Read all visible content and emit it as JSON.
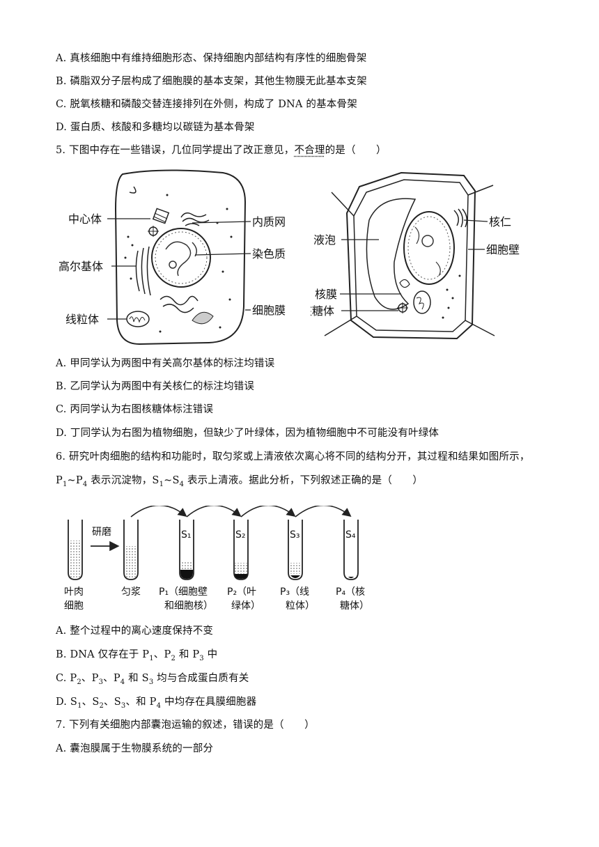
{
  "q4_options": [
    "A. 真核细胞中有维持细胞形态、保持细胞内部结构有序性的细胞骨架",
    "B. 磷脂双分子层构成了细胞膜的基本支架，其他生物膜无此基本支架",
    "C. 脱氧核糖和磷酸交替连接排列在外侧，构成了 DNA 的基本骨架",
    "D. 蛋白质、核酸和多糖均以碳链为基本骨架"
  ],
  "q5": {
    "stem_before": "5. 下图中存在一些错误，几位同学提出了改正意见，",
    "stem_emph": "不合理",
    "stem_after": "的是（　　）",
    "left_labels": {
      "centrosome": "中心体",
      "er": "内质网",
      "golgi": "高尔基体",
      "chromatin": "染色质",
      "mitochondria": "线粒体",
      "membrane": "细胞膜"
    },
    "right_labels": {
      "nucleolus": "核仁",
      "vacuole": "液泡",
      "wall": "细胞壁",
      "nuclear_membrane": "核膜",
      "ribosome": "核糖体"
    },
    "options": [
      "A. 甲同学认为两图中有关高尔基体的标注均错误",
      "B. 乙同学认为两图中有关核仁的标注均错误",
      "C. 丙同学认为右图核糖体标注错误",
      "D. 丁同学认为右图为植物细胞，但缺少了叶绿体，因为植物细胞中不可能没有叶绿体"
    ]
  },
  "q6": {
    "stem_line1": "6. 研究叶肉细胞的结构和功能时，取匀浆或上清液依次离心将不同的结构分开，其过程和结果如图所示，",
    "stem_line2_p": "P",
    "stem_line2_sub1": "1",
    "stem_line2_mid": "~P",
    "stem_line2_sub4": "4",
    "stem_line2_text1": " 表示沉淀物，S",
    "stem_line2_text2": "~S",
    "stem_line2_text3": " 表示上清液。据此分析，下列叙述正确的是（　　）",
    "fig": {
      "grind": "研磨",
      "cells_1": "叶肉",
      "cells_2": "细胞",
      "homogenate": "匀浆",
      "S1": "S₁",
      "S2": "S₂",
      "S3": "S₃",
      "S4": "S₄",
      "P1_1": "P₁（细胞壁",
      "P1_2": "和细胞核）",
      "P2_1": "P₂（叶",
      "P2_2": "绿体）",
      "P3_1": "P₃（线",
      "P3_2": "粒体）",
      "P4_1": "P₄（核",
      "P4_2": "糖体）"
    },
    "optA": "A. 整个过程中的离心速度保持不变",
    "optB_pre": "B. DNA 仅存在于 P",
    "optB_mid1": "、P",
    "optB_mid2": " 和 P",
    "optB_post": " 中",
    "optC_pre": "C. P",
    "optC_a": "、P",
    "optC_b": "、P",
    "optC_c": " 和 S",
    "optC_post": " 均与合成蛋白质有关",
    "optD_pre": "D. S",
    "optD_a": "、S",
    "optD_b": "、S",
    "optD_c": "、和 P",
    "optD_post": " 中均存在具膜细胞器"
  },
  "q7": {
    "stem": "7. 下列有关细胞内部囊泡运输的叙述，错误的是（　　）",
    "optA": "A. 囊泡膜属于生物膜系统的一部分"
  },
  "sub": {
    "one": "1",
    "two": "2",
    "three": "3",
    "four": "4"
  }
}
